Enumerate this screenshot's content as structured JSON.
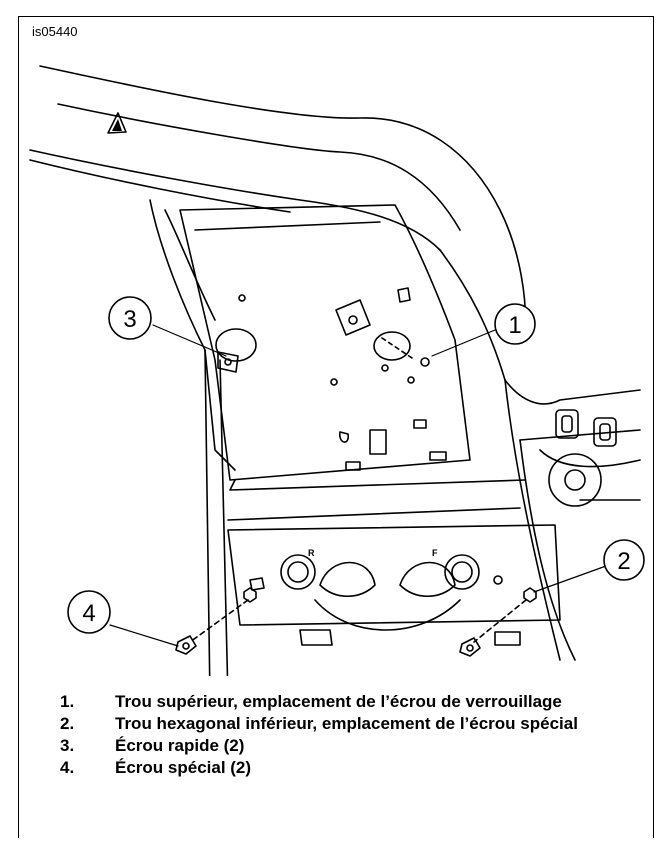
{
  "figure": {
    "image_id": "is05440",
    "callouts": [
      "1",
      "2",
      "3",
      "4"
    ],
    "hole_marks": [
      "R",
      "F"
    ]
  },
  "legend": [
    {
      "num": "1.",
      "text": "Trou supérieur, emplacement de l’écrou de verrouillage"
    },
    {
      "num": "2.",
      "text": "Trou hexagonal inférieur, emplacement de l’écrou spécial"
    },
    {
      "num": "3.",
      "text": "Écrou rapide (2)"
    },
    {
      "num": "4.",
      "text": "Écrou spécial (2)"
    }
  ]
}
